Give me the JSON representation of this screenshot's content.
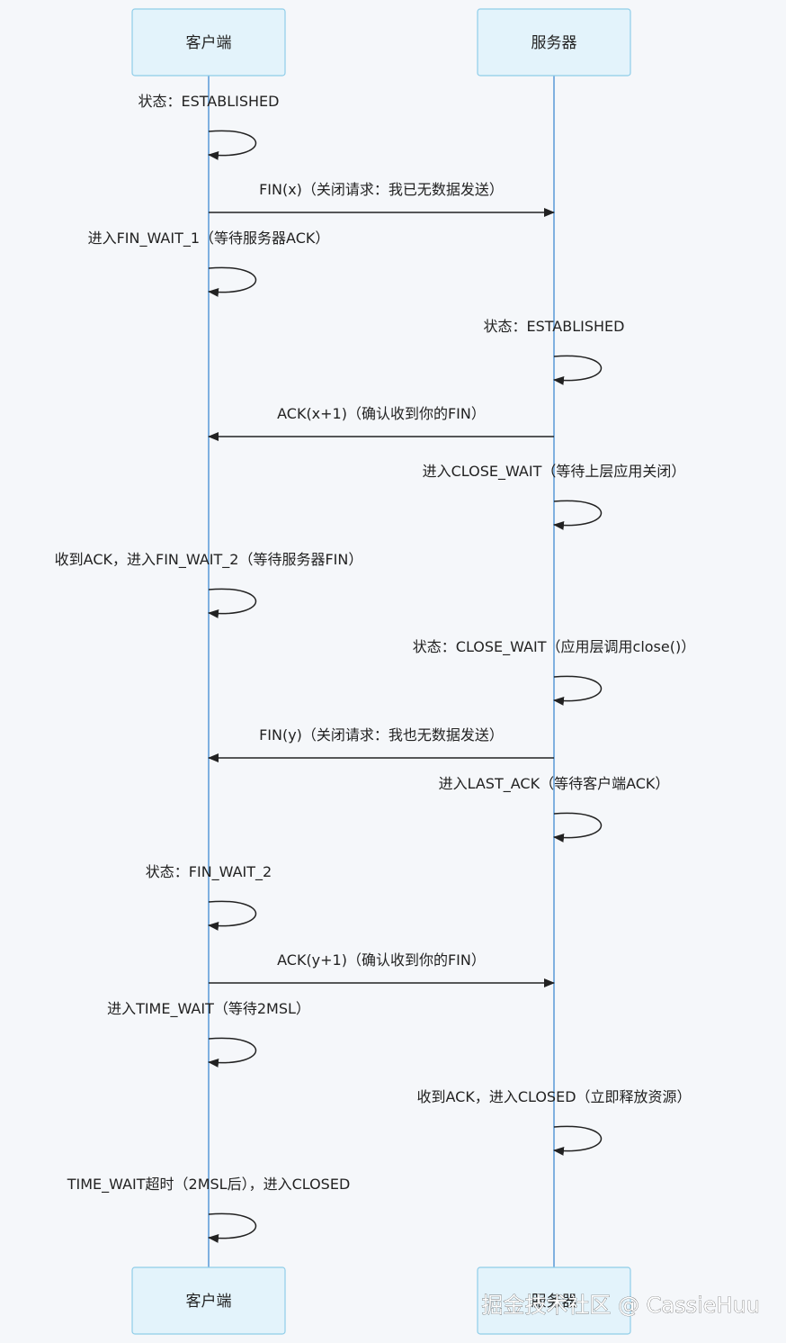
{
  "actors": {
    "client": "客户端",
    "server": "服务器"
  },
  "messages": [
    {
      "kind": "self",
      "actor": "client",
      "text": "状态：ESTABLISHED"
    },
    {
      "kind": "arrow",
      "from": "client",
      "to": "server",
      "text": "FIN(x)（关闭请求：我已无数据发送）"
    },
    {
      "kind": "self",
      "actor": "client",
      "text": "进入FIN_WAIT_1（等待服务器ACK）"
    },
    {
      "kind": "self",
      "actor": "server",
      "text": "状态：ESTABLISHED"
    },
    {
      "kind": "arrow",
      "from": "server",
      "to": "client",
      "text": "ACK(x+1)（确认收到你的FIN）"
    },
    {
      "kind": "self",
      "actor": "server",
      "text": "进入CLOSE_WAIT（等待上层应用关闭）"
    },
    {
      "kind": "self",
      "actor": "client",
      "text": "收到ACK，进入FIN_WAIT_2（等待服务器FIN）"
    },
    {
      "kind": "self",
      "actor": "server",
      "text": "状态：CLOSE_WAIT（应用层调用close()）"
    },
    {
      "kind": "arrow",
      "from": "server",
      "to": "client",
      "text": "FIN(y)（关闭请求：我也无数据发送）"
    },
    {
      "kind": "self",
      "actor": "server",
      "text": "进入LAST_ACK（等待客户端ACK）"
    },
    {
      "kind": "self",
      "actor": "client",
      "text": "状态：FIN_WAIT_2"
    },
    {
      "kind": "arrow",
      "from": "client",
      "to": "server",
      "text": "ACK(y+1)（确认收到你的FIN）"
    },
    {
      "kind": "self",
      "actor": "client",
      "text": "进入TIME_WAIT（等待2MSL）"
    },
    {
      "kind": "self",
      "actor": "server",
      "text": "收到ACK，进入CLOSED（立即释放资源）"
    },
    {
      "kind": "self",
      "actor": "client",
      "text": "TIME_WAIT超时（2MSL后），进入CLOSED"
    }
  ],
  "watermark": "掘金技术社区 @ CassieHuu",
  "colors": {
    "background": "#f5f7fa",
    "actor_fill": "#e3f3fb",
    "actor_stroke": "#8fcde8",
    "lifeline": "#7fb0e0",
    "arrow": "#222222"
  }
}
